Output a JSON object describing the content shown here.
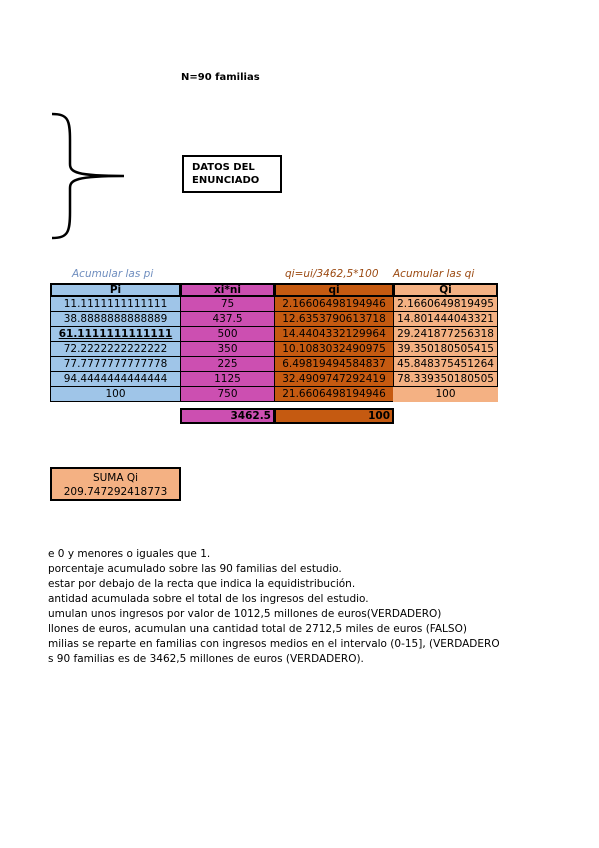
{
  "title": "N=90 familias",
  "datos_box": [
    "DATOS DEL",
    "ENUNCIADO"
  ],
  "notes": {
    "acumular_pi": "Acumular las pi",
    "qi_formula": "qi=ui/3462,5*100",
    "acumular_qi": "Acumular las qi"
  },
  "table": {
    "headers": {
      "pi": "Pi",
      "xini": "xi*ni",
      "qi": "qi",
      "Qi": "Qi"
    },
    "pi": [
      "11.1111111111111",
      "38.8888888888889",
      "61.1111111111111",
      "72.2222222222222",
      "77.7777777777778",
      "94.4444444444444",
      "100"
    ],
    "xini": [
      "75",
      "437.5",
      "500",
      "350",
      "225",
      "1125",
      "750"
    ],
    "qi": [
      "2.16606498194946",
      "12.6353790613718",
      "14.4404332129964",
      "10.1083032490975",
      "6.49819494584837",
      "32.4909747292419",
      "21.6606498194946"
    ],
    "Qi": [
      "2.1660649819495",
      "14.801444043321",
      "29.241877256318",
      "39.350180505415",
      "45.848375451264",
      "78.339350180505",
      "100"
    ],
    "totals": {
      "xini": "3462.5",
      "qi": "100"
    }
  },
  "suma_qi": {
    "label": "SUMA Qi",
    "value": "209.747292418773"
  },
  "text_lines": [
    "e 0 y menores o iguales que 1.",
    "porcentaje acumulado sobre las 90 familias del estudio.",
    "estar por debajo de la recta que indica la equidistribución.",
    "antidad acumulada sobre el total de los ingresos del estudio.",
    "umulan unos ingresos por valor de 1012,5 millones de euros(VERDADERO)",
    "llones de euros, acumulan una cantidad total de 2712,5 miles de euros (FALSO)",
    "milias se reparte en familias con ingresos medios en el intervalo (0-15], (VERDADERO)",
    "s 90 familias es de 3462,5 millones de euros (VERDADERO)."
  ]
}
